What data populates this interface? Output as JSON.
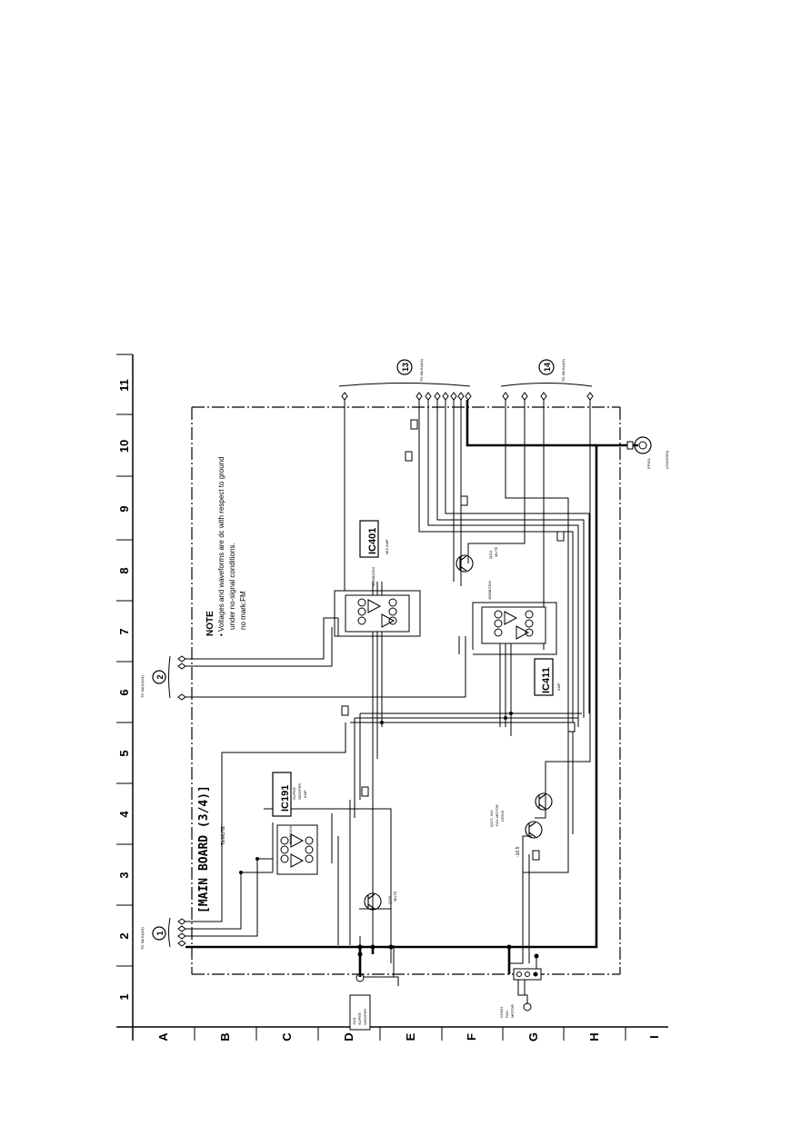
{
  "grid": {
    "columns": [
      "1",
      "2",
      "3",
      "4",
      "5",
      "6",
      "7",
      "8",
      "9",
      "10",
      "11"
    ],
    "rows": [
      "A",
      "B",
      "C",
      "D",
      "E",
      "F",
      "G",
      "H",
      "I"
    ]
  },
  "board": {
    "title": "[MAIN BOARD (3/4)]",
    "sheet_ref": "(3/4)"
  },
  "note": {
    "heading": "NOTE",
    "lines": [
      "• Voltages and waveforms are dc with respect to ground",
      "under no-signal conditions.",
      "no mark:FM"
    ]
  },
  "ics": {
    "ic191": {
      "label": "IC191",
      "desc": [
        "SUPER",
        "WOOFER",
        "AMP"
      ],
      "part": "4580BCDM"
    },
    "ic401": {
      "label": "IC401",
      "desc": [
        "MIX AMP"
      ],
      "part": "4580BCDM"
    },
    "ic411": {
      "label": "IC411",
      "desc": [
        "AMP"
      ],
      "part": "4580BCDM"
    }
  },
  "connectors": {
    "c1": {
      "num": "1",
      "ref": "TO MAIN(1/4)"
    },
    "c2": {
      "num": "2",
      "ref": "TO MAIN(1/4)"
    },
    "c13": {
      "num": "13",
      "ref": "TO MAIN(4/4)"
    },
    "c14": {
      "num": "14",
      "ref": "TO MAIN(4/4)"
    }
  },
  "parts": {
    "j101": [
      "J101",
      "SUPER",
      "WOOFER"
    ],
    "q191": [
      "Q191",
      "MUTE"
    ],
    "q411": [
      "Q411",
      "MUTE"
    ],
    "q471": [
      "Q471, 942",
      "FAN MOTOR",
      "DRIVE"
    ],
    "cn901": [
      "CN901",
      "FAN",
      "MOTOR"
    ],
    "ep901": [
      "EP901",
      "(CHASSIS)"
    ],
    "fan_volt": "-10.5",
    "tune": "Ta-MUTE"
  },
  "colors": {
    "line": "#000000",
    "paper": "#ffffff"
  }
}
